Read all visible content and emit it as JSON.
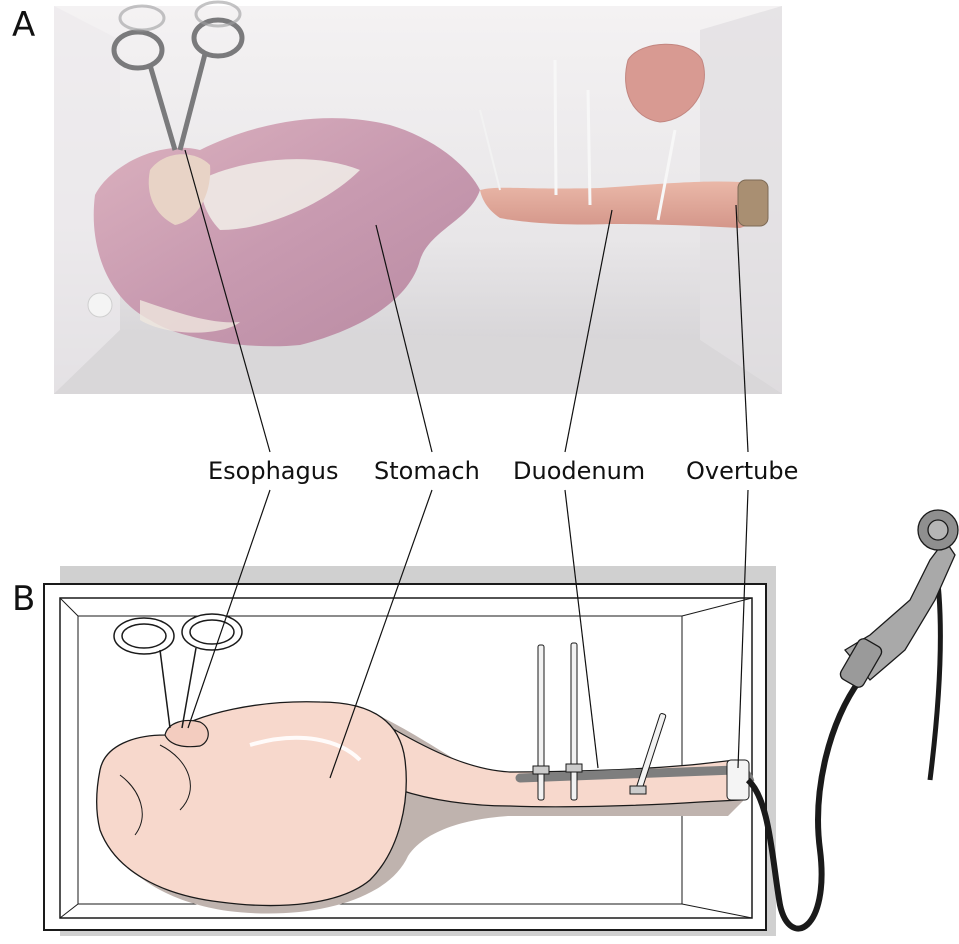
{
  "panels": {
    "a": {
      "letter": "A"
    },
    "b": {
      "letter": "B"
    }
  },
  "labels": [
    {
      "text": "Esophagus"
    },
    {
      "text": "Stomach"
    },
    {
      "text": "Duodenum"
    },
    {
      "text": "Overtube"
    }
  ],
  "colors": {
    "tissue": "#f7d8cc",
    "tissue_dark": "#c9b2aa",
    "box_shadow": "#d0d0d0",
    "photo_background": "#e6e4e6",
    "scope_body": "#a9a9a9",
    "scope_cable": "#222222"
  }
}
